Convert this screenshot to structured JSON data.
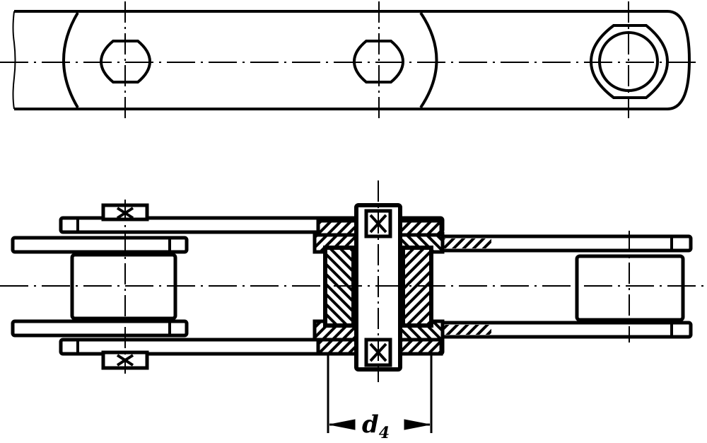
{
  "diagram": {
    "type": "technical-drawing",
    "subject": "bush roller chain link with hollow pin and bearing",
    "views": [
      {
        "name": "side-view",
        "description": "Outer link plate with two oval holes and one round bushing hole"
      },
      {
        "name": "sectional-plan-view",
        "description": "Top view cross-section showing plates, rollers, sectioned bushing"
      }
    ],
    "colors": {
      "ink": "#000000",
      "paper": "#ffffff"
    }
  },
  "dimension": {
    "label_main": "d",
    "label_sub": "4"
  }
}
